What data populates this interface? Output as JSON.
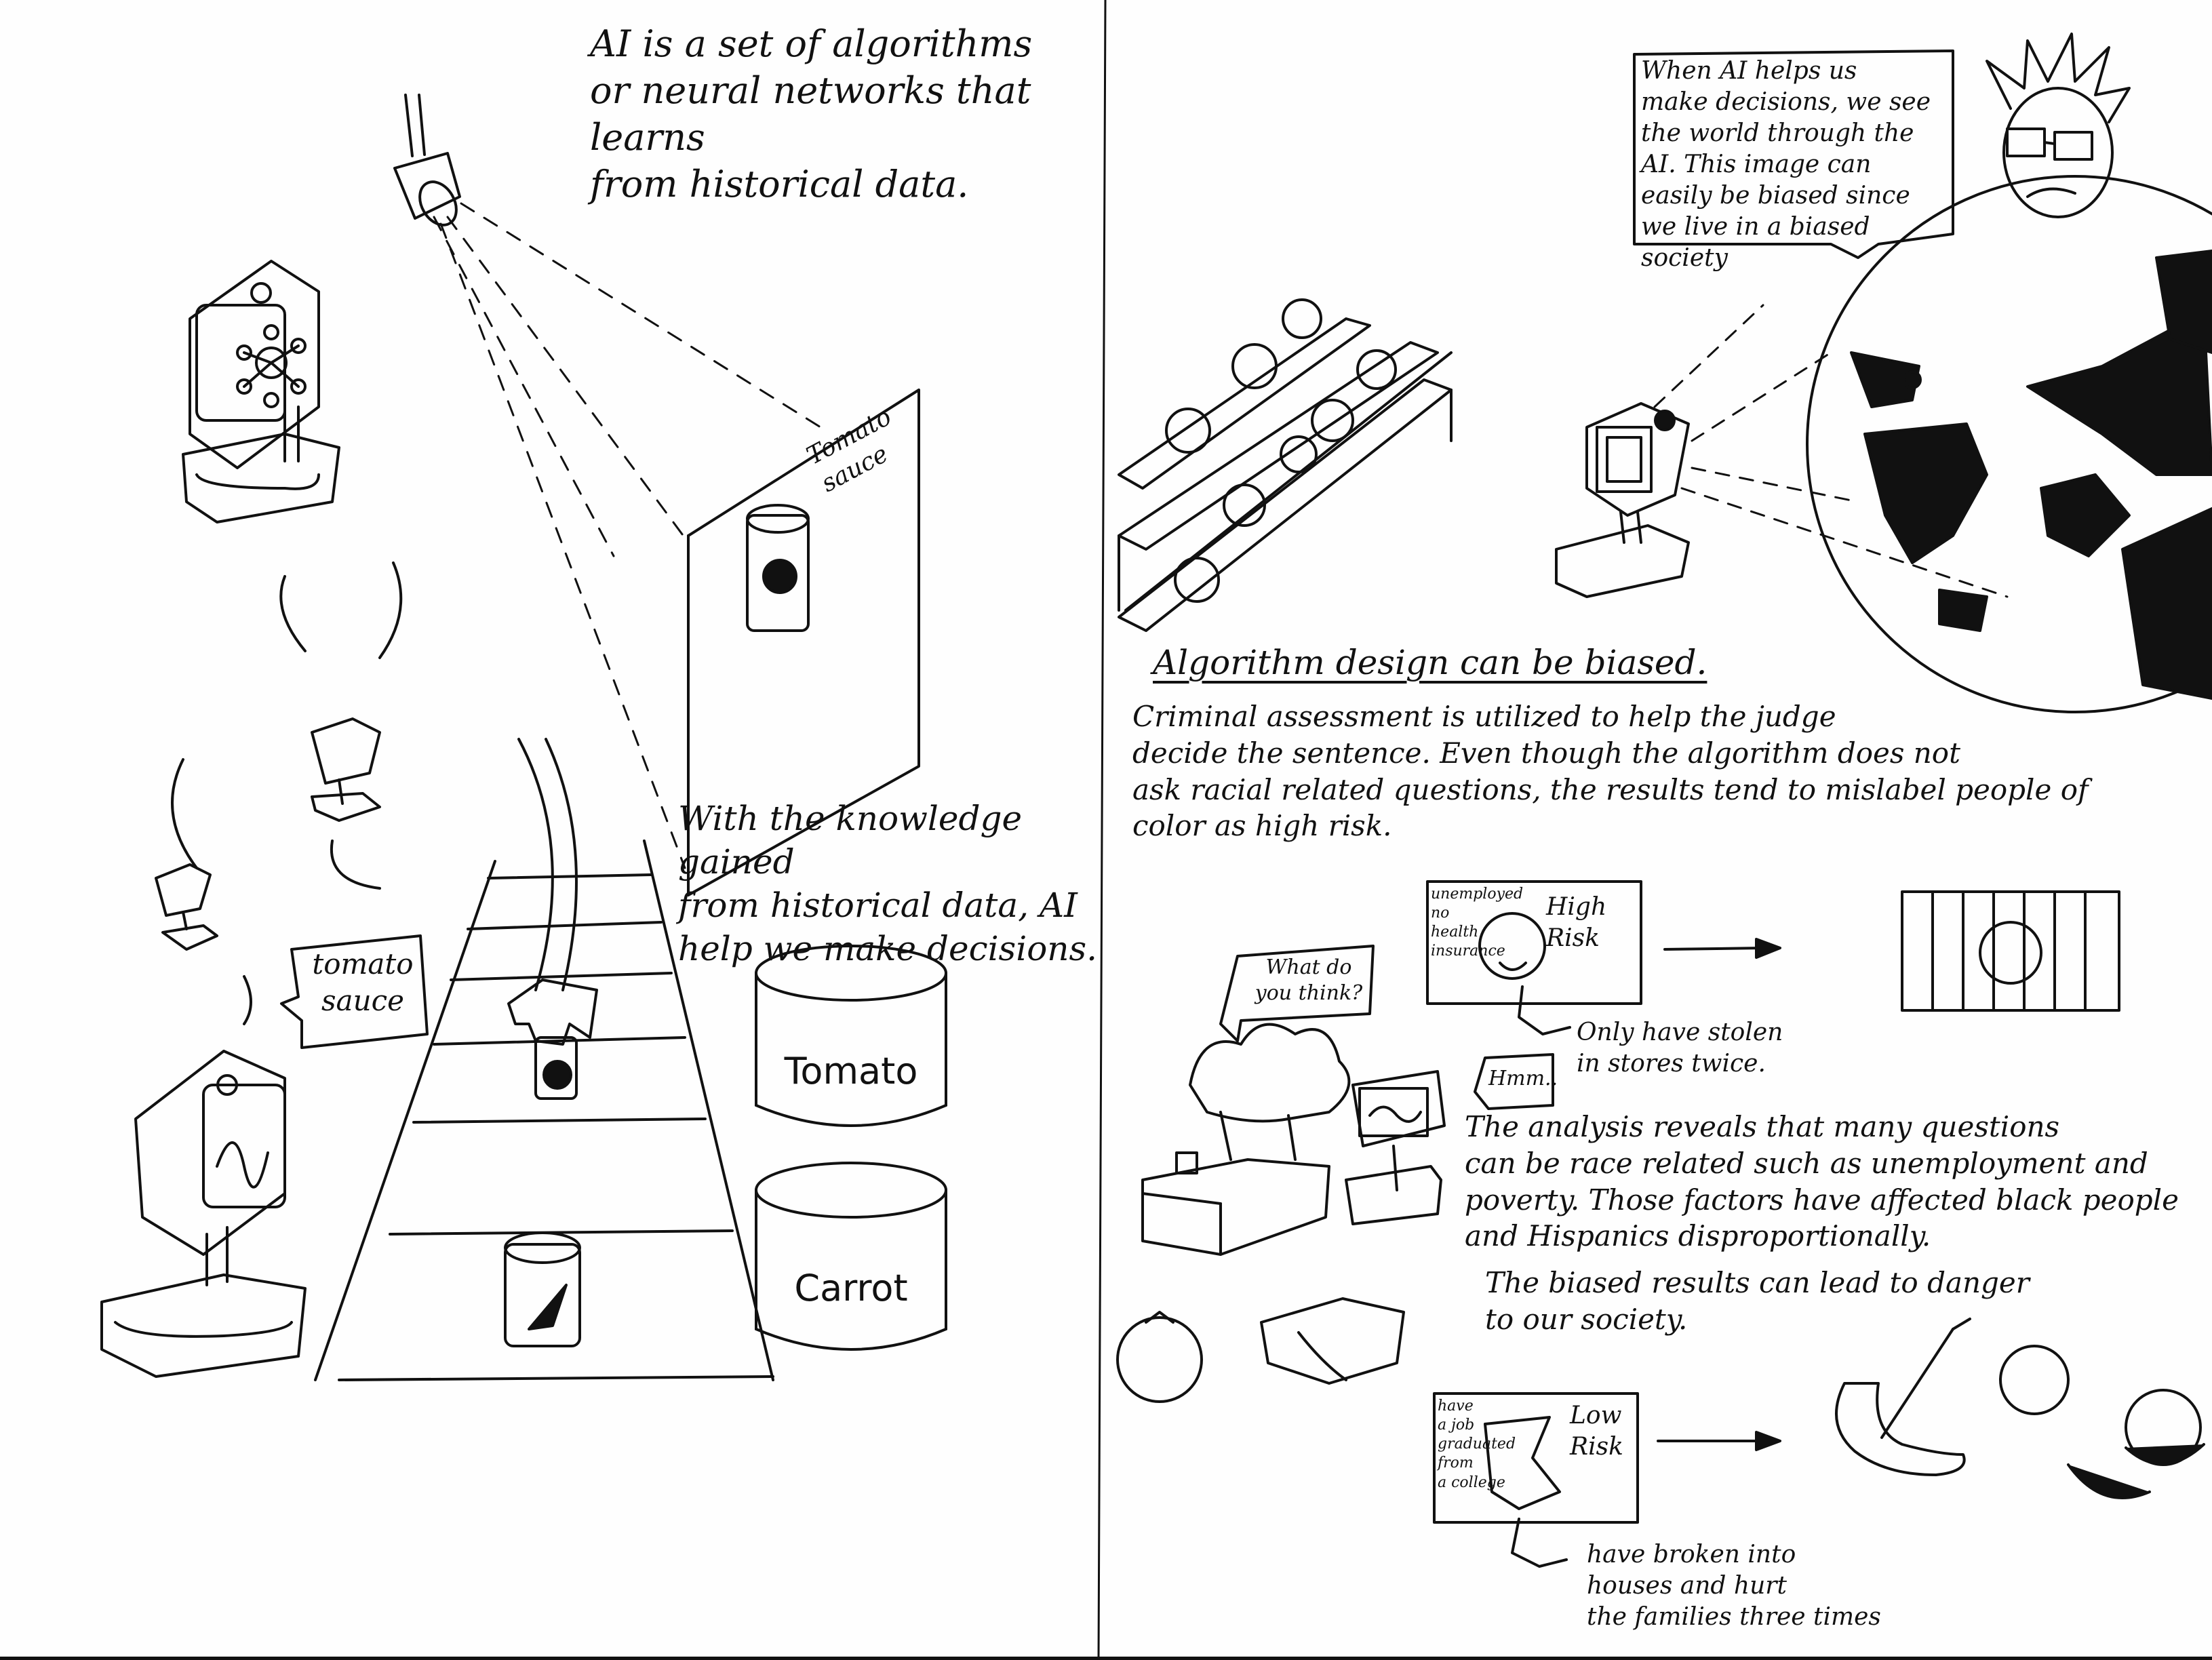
{
  "left_page": {
    "intro": "AI is a set of algorithms\nor neural networks that learns\nfrom historical data.",
    "projection_label": "Tomato\nsauce",
    "speech_label": "tomato\nsauce",
    "decision_text": "With the knowledge gained\nfrom historical data, AI\nhelp we make decisions.",
    "bin_tomato": "Tomato",
    "bin_carrot": "Carrot"
  },
  "right_page": {
    "ai_bubble": "When AI helps us\nmake decisions, we see\nthe world through the\nAI. This image can\neasily be biased since\nwe live in a biased society",
    "section_title": "Algorithm design can be biased.",
    "criminal_text": "Criminal assessment is utilized to help the judge\ndecide the sentence. Even though the algorithm does not\nask racial related questions, the results tend to mislabel people of\ncolor as high risk.",
    "high_card_notes": "unemployed\nno\nhealth\ninsurance",
    "high_risk": "High\nRisk",
    "stolen_note": "Only have stolen\nin stores twice.",
    "judge_bubble": "What do\nyou think?",
    "machine_bubble": "Hmm..",
    "analysis_text": "The analysis reveals that many questions\ncan be race related such as unemployment and\npoverty. Those factors have affected black people\nand Hispanics disproportionally.",
    "danger_text": "The biased results can lead to danger\nto our society.",
    "low_card_notes": "have\na job\ngraduated\nfrom\na college",
    "low_risk": "Low\nRisk",
    "broken_note": "have broken into\nhouses and hurt\nthe families three times"
  }
}
